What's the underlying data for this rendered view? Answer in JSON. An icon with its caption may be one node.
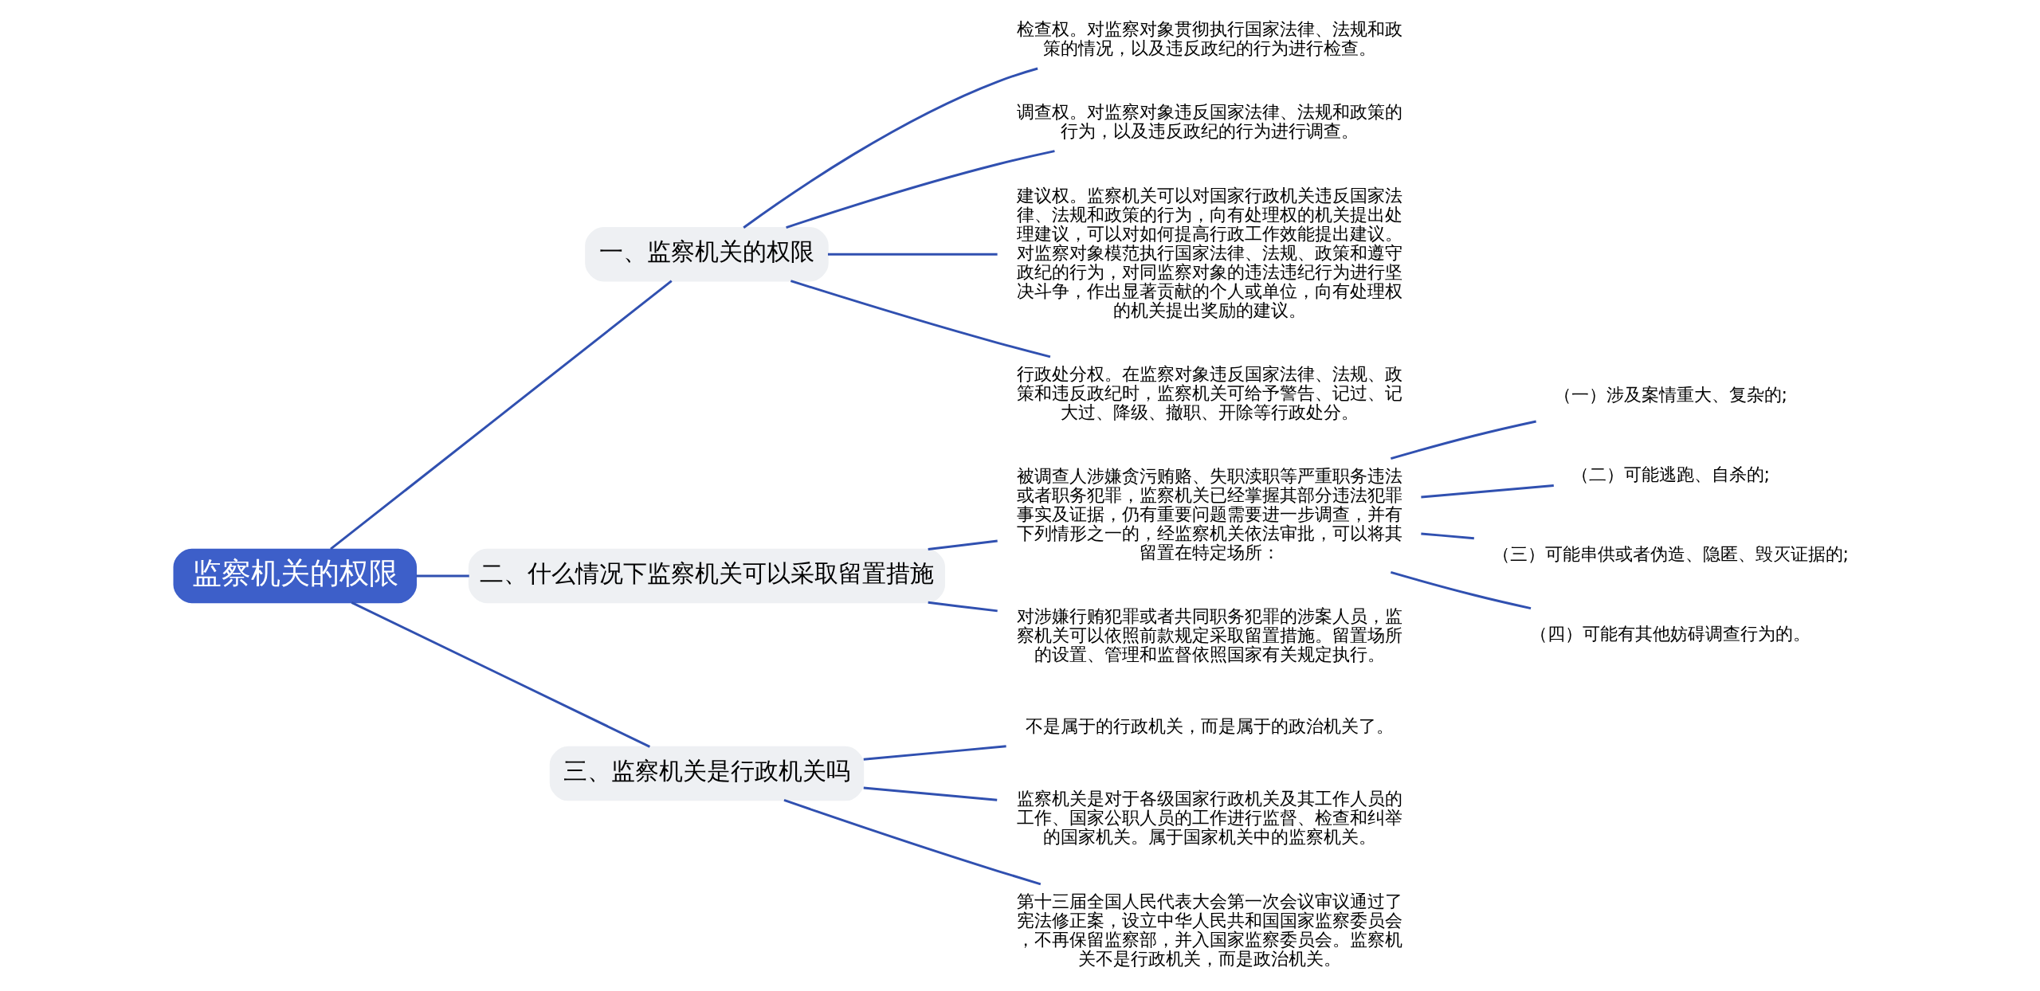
{
  "diagram": {
    "nodes": [
      {
        "text": [
          "监察机关的权限"
        ]
      },
      {
        "text": [
          "一、监察机关的权限"
        ]
      },
      {
        "text": [
          "检查权。对监察对象贯彻执行国家法律、法规和政策的情况，以及违反政纪的行为进行检查。"
        ]
      },
      {
        "text": [
          "调查权。对监察对象违反国家法律、法规和政策的行为，以及违反政纪的行为进行调查。"
        ]
      },
      {
        "text": [
          "建议权。监察机关可以对国家行政机关违反国家法律、法规和政策的行为，向有处理权的机关提出处理建议，可以对如何提高行政工作效能提出建议。对监察对象模范执行国家法律、法规、政策和遵守政纪的行为，对同监察对象的违法违纪行为进行坚决斗争，作出显著贡献的个人或单位，向有处理权的机关提出奖励的建议。"
        ]
      },
      {
        "text": [
          "行政处分权。在监察对象违反国家法律、法规、政策和违反政纪时，监察机关可给予警告、记过、记大过、降级、撤职、开除等行政处分。"
        ]
      },
      {
        "text": [
          "二、什么情况下监察机关可以采取留置措施"
        ]
      },
      {
        "text": [
          "被调查人涉嫌贪污贿赂、失职渎职等严重职务违法或者职务犯罪，监察机关已经掌握其部分违法犯罪事实及证据，仍有重要问题需要进一步调查，并有下列情形之一的，经监察机关依法审批，可以将其留置在特定场所："
        ]
      },
      {
        "text": [
          "（一）涉及案情重大、复杂的;"
        ]
      },
      {
        "text": [
          "（二）可能逃跑、自杀的;"
        ]
      },
      {
        "text": [
          "（三）可能串供或者伪造、隐匿、毁灭证据的;"
        ]
      },
      {
        "text": [
          "（四）可能有其他妨碍调查行为的。"
        ]
      },
      {
        "text": [
          "对涉嫌行贿犯罪或者共同职务犯罪的涉案人员，监察机关可以依照前款规定采取留置措施。留置场所的设置、管理和监督依照国家有关规定执行。"
        ]
      },
      {
        "text": [
          "三、监察机关是行政机关吗"
        ]
      },
      {
        "text": [
          "不是属于的行政机关，而是属于的政治机关了。"
        ]
      },
      {
        "text": [
          "监察机关是对于各级国家行政机关及其工作人员的工作、国家公职人员的工作进行监督、检查和纠举的国家机关。属于国家机关中的监察机关。"
        ]
      },
      {
        "text": [
          "第十三届全国人民代表大会第一次会议审议通过了宪法修正案，设立中华人民共和国国家监察委员会，不再保留监察部，并入国家监察委员会。监察机关不是行政机关，而是政治机关。"
        ]
      }
    ],
    "edges": [
      {
        "from": 0,
        "to": 1,
        "arrow": "none"
      },
      {
        "from": 1,
        "to": 2,
        "arrow": "none"
      },
      {
        "from": 1,
        "to": 3,
        "arrow": "none"
      },
      {
        "from": 1,
        "to": 4,
        "arrow": "none"
      },
      {
        "from": 1,
        "to": 5,
        "arrow": "none"
      },
      {
        "from": 0,
        "to": 6,
        "arrow": "none"
      },
      {
        "from": 6,
        "to": 7,
        "arrow": "none"
      },
      {
        "from": 7,
        "to": 8,
        "arrow": "none"
      },
      {
        "from": 7,
        "to": 9,
        "arrow": "none"
      },
      {
        "from": 7,
        "to": 10,
        "arrow": "none"
      },
      {
        "from": 7,
        "to": 11,
        "arrow": "none"
      },
      {
        "from": 6,
        "to": 12,
        "arrow": "none"
      },
      {
        "from": 0,
        "to": 13,
        "arrow": "none"
      },
      {
        "from": 13,
        "to": 14,
        "arrow": "none"
      },
      {
        "from": 13,
        "to": 15,
        "arrow": "none"
      },
      {
        "from": 13,
        "to": 16,
        "arrow": "none"
      }
    ]
  }
}
